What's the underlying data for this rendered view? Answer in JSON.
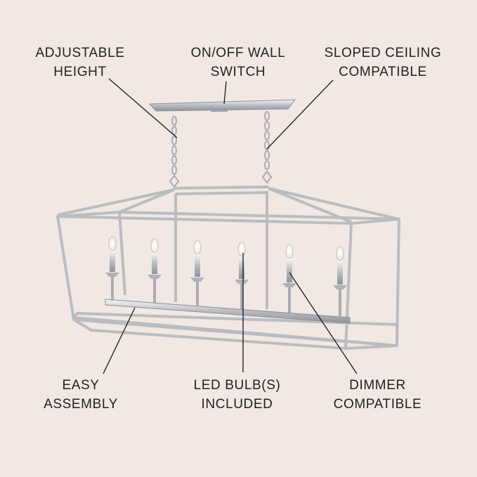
{
  "background_color": "#f1e8e3",
  "callouts": {
    "adjustable_height": {
      "line1": "ADJUSTABLE",
      "line2": "HEIGHT"
    },
    "wall_switch": {
      "line1": "ON/OFF WALL",
      "line2": "SWITCH"
    },
    "sloped_ceiling": {
      "line1": "SLOPED CEILING",
      "line2": "COMPATIBLE"
    },
    "easy_assembly": {
      "line1": "EASY",
      "line2": "ASSEMBLY"
    },
    "led_bulbs": {
      "line1": "LED BULB(S)",
      "line2": "INCLUDED"
    },
    "dimmer": {
      "line1": "DIMMER",
      "line2": "COMPATIBLE"
    }
  },
  "product": {
    "depicts": "chrome rectangular lantern linear chandelier",
    "finish_color": "#c9ccd0",
    "candle_count": 6
  }
}
